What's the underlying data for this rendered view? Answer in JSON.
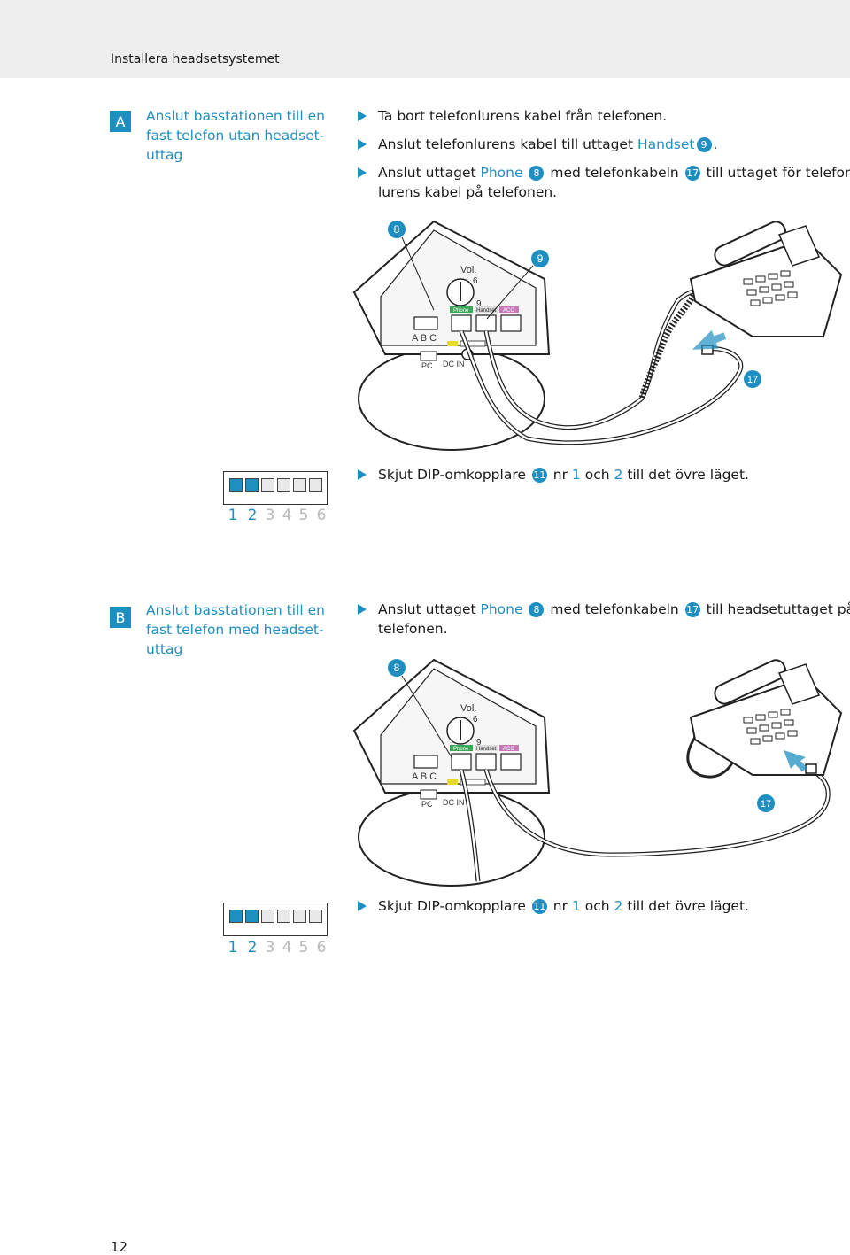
{
  "header": {
    "title": "Installera headsetsystemet"
  },
  "sections": [
    {
      "letter": "A",
      "heading": [
        "Anslut basstationen till en",
        "fast telefon utan headset-",
        "uttag"
      ],
      "steps": [
        {
          "text": "Ta bort telefonlurens kabel från telefonen."
        },
        {
          "pre": "Anslut telefonlurens kabel till uttaget",
          "port": "Handset",
          "badge": "9",
          "post": "."
        },
        {
          "pre": "Anslut uttaget",
          "port": "Phone",
          "badge1": "8",
          "mid": "med telefonkabeln",
          "badge2": "17",
          "post": "till uttaget för telefon-",
          "line2": "lurens kabel på telefonen."
        }
      ],
      "dip_step": {
        "pre": "Skjut DIP-omkopplare",
        "badge": "11",
        "mid1": "nr",
        "n1": "1",
        "mid2": "och",
        "n2": "2",
        "post": "till det övre läget."
      },
      "callouts": [
        "8",
        "9",
        "17"
      ]
    },
    {
      "letter": "B",
      "heading": [
        "Anslut basstationen till en",
        "fast telefon med headset-",
        "uttag"
      ],
      "steps": [
        {
          "pre": "Anslut uttaget",
          "port": "Phone",
          "badge1": "8",
          "mid": "med telefonkabeln",
          "badge2": "17",
          "post": "till headsetuttaget på",
          "line2": "telefonen."
        }
      ],
      "dip_step": {
        "pre": "Skjut DIP-omkopplare",
        "badge": "11",
        "mid1": "nr",
        "n1": "1",
        "mid2": "och",
        "n2": "2",
        "post": "till det övre läget."
      },
      "callouts": [
        "8",
        "17"
      ]
    }
  ],
  "device_labels": {
    "vol": "Vol.",
    "six": "6",
    "nine": "9",
    "phone": "Phone",
    "handset": "Handset",
    "acc": "ACC",
    "abc": "A B C",
    "pc": "PC",
    "dcin": "DC IN"
  },
  "dip": {
    "numbers": [
      "1",
      "2",
      "3",
      "4",
      "5",
      "6"
    ],
    "on": [
      true,
      true,
      false,
      false,
      false,
      false
    ]
  },
  "colors": {
    "accent": "#1f8fc2",
    "phone_port": "#3aa657",
    "acc_port": "#c879b8",
    "dc_port": "#e7d92b",
    "header_band": "#eeeeee"
  },
  "page_number": "12"
}
